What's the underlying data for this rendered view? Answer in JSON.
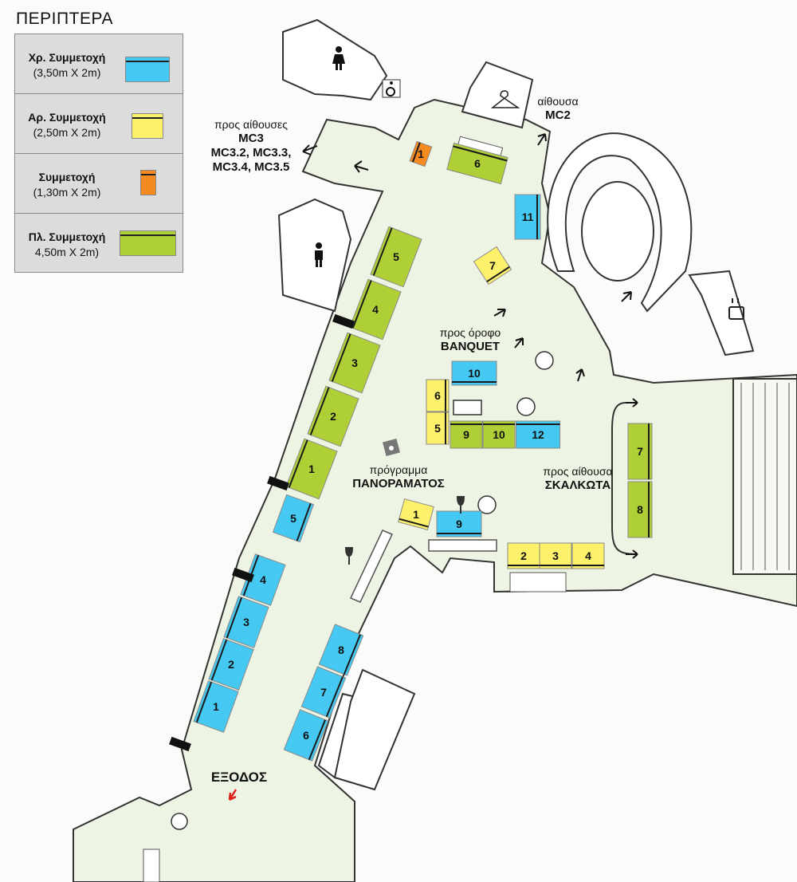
{
  "legend": {
    "title": "ΠΕΡΙΠΤΕΡΑ",
    "items": [
      {
        "name": "Χρ. Συμμετοχή",
        "size": "(3,50m X 2m)",
        "color": "#45c8f2"
      },
      {
        "name": "Αρ. Συμμετοχή",
        "size": "(2,50m X 2m)",
        "color": "#fdf06b"
      },
      {
        "name": "Συμμετοχή",
        "size": "(1,30m X 2m)",
        "color": "#f58a20"
      },
      {
        "name": "Πλ. Συμμετοχή",
        "size": "4,50m X 2m)",
        "color": "#aecf35"
      }
    ]
  },
  "colors": {
    "floor": "#eef4e3",
    "wall": "#333333",
    "blue": "#45c8f2",
    "yellow": "#fdf06b",
    "orange": "#f58a20",
    "green": "#aecf35"
  },
  "labels": {
    "mc3_line1": "προς αίθουσες",
    "mc3_line2": "MC3",
    "mc3_line3": "MC3.2, MC3.3,",
    "mc3_line4": "MC3.4, MC3.5",
    "mc2_line1": "αίθουσα",
    "mc2_line2": "MC2",
    "banquet_line1": "προς όροφο",
    "banquet_line2": "BANQUET",
    "panorama_line1": "πρόγραμμα",
    "panorama_line2": "ΠΑΝΟΡΑΜΑΤΟΣ",
    "skalkota_line1": "προς αίθουσα",
    "skalkota_line2": "ΣΚΑΛΚΩΤΑ",
    "exit": "ΕΞΟΔΟΣ"
  },
  "booths": [
    {
      "num": "5",
      "type": "green"
    },
    {
      "num": "4",
      "type": "green"
    },
    {
      "num": "3",
      "type": "green"
    },
    {
      "num": "2",
      "type": "green"
    },
    {
      "num": "1",
      "type": "green"
    },
    {
      "num": "5",
      "type": "blue"
    },
    {
      "num": "4",
      "type": "blue"
    },
    {
      "num": "3",
      "type": "blue"
    },
    {
      "num": "2",
      "type": "blue"
    },
    {
      "num": "1",
      "type": "blue"
    },
    {
      "num": "8",
      "type": "blue"
    },
    {
      "num": "7",
      "type": "blue"
    },
    {
      "num": "6",
      "type": "blue"
    },
    {
      "num": "1",
      "type": "orange"
    },
    {
      "num": "6",
      "type": "green"
    },
    {
      "num": "11",
      "type": "blue"
    },
    {
      "num": "7",
      "type": "yellow"
    },
    {
      "num": "10",
      "type": "blue"
    },
    {
      "num": "6",
      "type": "yellow"
    },
    {
      "num": "5",
      "type": "yellow"
    },
    {
      "num": "9",
      "type": "green"
    },
    {
      "num": "10",
      "type": "green"
    },
    {
      "num": "12",
      "type": "blue"
    },
    {
      "num": "7",
      "type": "green"
    },
    {
      "num": "8",
      "type": "green"
    },
    {
      "num": "1",
      "type": "yellow"
    },
    {
      "num": "9",
      "type": "blue"
    },
    {
      "num": "2",
      "type": "yellow"
    },
    {
      "num": "3",
      "type": "yellow"
    },
    {
      "num": "4",
      "type": "yellow"
    }
  ]
}
